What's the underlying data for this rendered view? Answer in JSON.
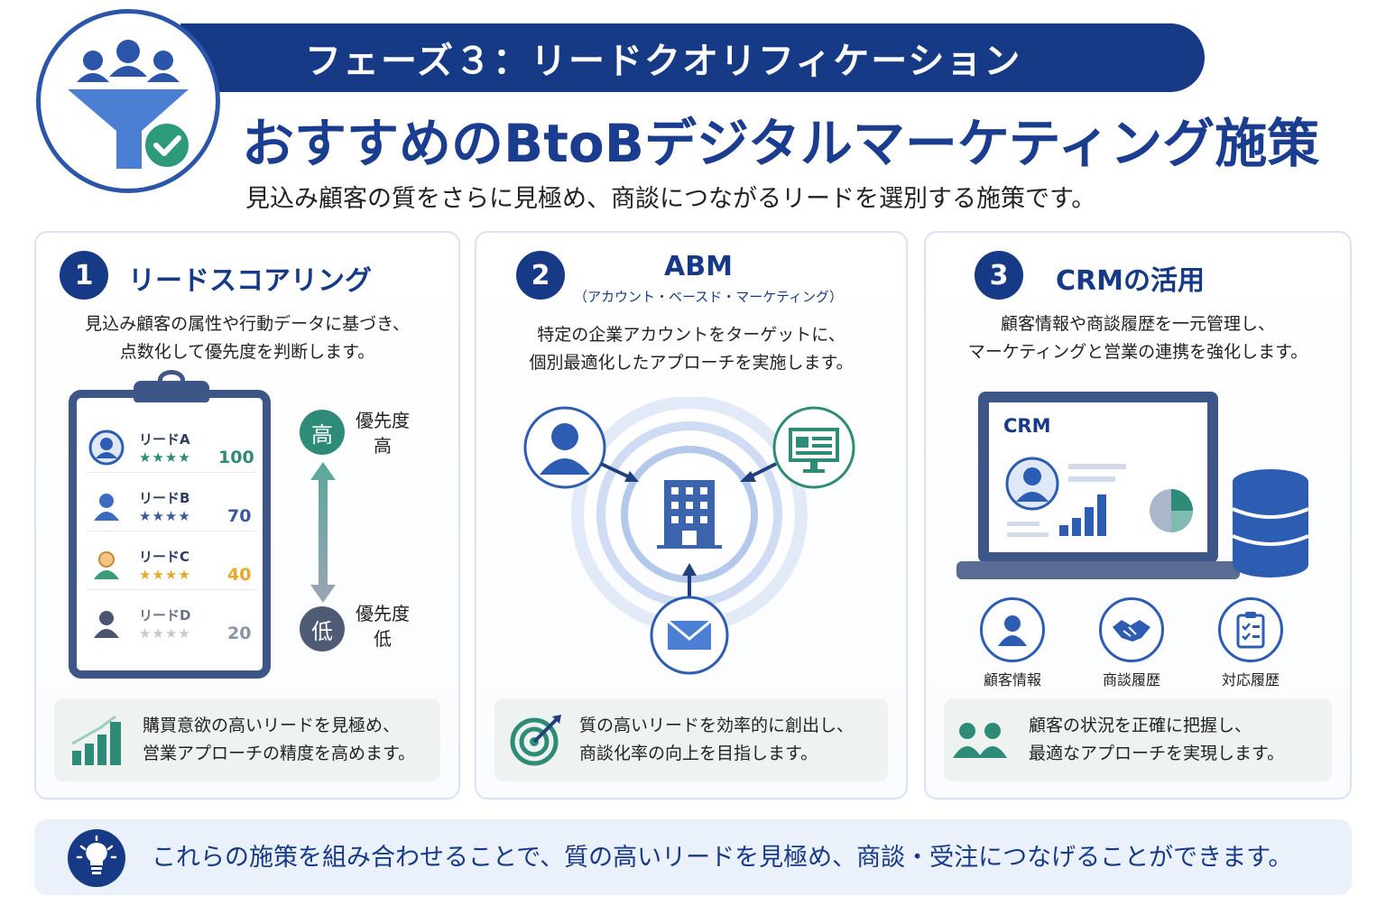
{
  "header": {
    "phase": "フェーズ３：リードクオリフィケーション",
    "title": "おすすめのBtoBデジタルマーケティング施策",
    "subtitle": "見込み顧客の質をさらに見極め、商談につながるリードを選別する施策です。"
  },
  "cards": [
    {
      "number": "1",
      "title": "リードスコアリング",
      "desc": [
        "見込み顧客の属性や行動データに基づき、",
        "点数化して優先度を判断します。"
      ],
      "leads": [
        {
          "name": "リードA",
          "stars": "★★★★",
          "score": "100",
          "color": "#2e8b77"
        },
        {
          "name": "リードB",
          "stars": "★★★★",
          "score": "70",
          "color": "#3c5a9a"
        },
        {
          "name": "リードC",
          "stars": "★★★★",
          "score": "40",
          "color": "#e6a82a"
        },
        {
          "name": "リードD",
          "stars": "★★★★",
          "score": "20",
          "color": "#8a94a6"
        }
      ],
      "priority_high_badge": "高",
      "priority_high_label": [
        "優先度",
        "高"
      ],
      "priority_low_badge": "低",
      "priority_low_label": [
        "優先度",
        "低"
      ],
      "bottom": [
        "購買意欲の高いリードを見極め、",
        "営業アプローチの精度を高めます。"
      ]
    },
    {
      "number": "2",
      "title": "ABM",
      "title_sub": "（アカウント・ベースド・マーケティング）",
      "desc": [
        "特定の企業アカウントをターゲットに、",
        "個別最適化したアプローチを実施します。"
      ],
      "bottom": [
        "質の高いリードを効率的に創出し、",
        "商談化率の向上を目指します。"
      ]
    },
    {
      "number": "3",
      "title": "CRMの活用",
      "desc": [
        "顧客情報や商談履歴を一元管理し、",
        "マーケティングと営業の連携を強化します。"
      ],
      "screen_label": "CRM",
      "items": [
        "顧客情報",
        "商談履歴",
        "対応履歴"
      ],
      "bottom": [
        "顧客の状況を正確に把握し、",
        "最適なアプローチを実現します。"
      ]
    }
  ],
  "footer": "これらの施策を組み合わせることで、質の高いリードを見極め、商談・受注につなげることができます。",
  "colors": {
    "navy": "#173a86",
    "green": "#2e8b77",
    "accent": "#2d5cb3"
  }
}
